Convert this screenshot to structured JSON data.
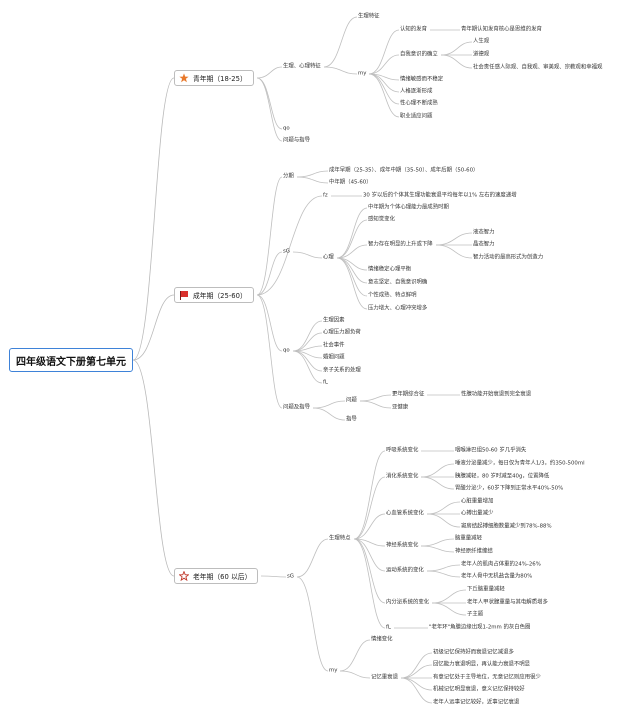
{
  "root": {
    "title": "四年级语文下册第七单元"
  },
  "stages": {
    "youth": {
      "title": "青年期（18-25）",
      "icon": "orange-star-icon",
      "color": "#e8792b"
    },
    "adult": {
      "title": "成年期（25-60）",
      "icon": "red-flag-icon",
      "color": "#d9302c"
    },
    "old": {
      "title": "老年期（60 以后）",
      "icon": "outline-star-icon",
      "color": "#c0392b"
    }
  },
  "youth": {
    "dev": "生理、心理特征",
    "phys": "生理特征",
    "my": "my",
    "cog": "认知的发育",
    "cog_note": "青年期认知发育核心是思维的发育",
    "self": "自我意识的确立",
    "self_items": [
      "人生观",
      "道德观",
      "社会责任感人际观、自我观、审美观、宗教观和幸福观"
    ],
    "emotion": "情绪敏感而不稳定",
    "person": "人格逐渐形成",
    "sex": "性心理不断成熟",
    "career": "职业适应问题",
    "qo": "qo",
    "guide": "问题与指导"
  },
  "adult": {
    "period": "分期",
    "period_a": "成年早期（25-35）、成年中期（35-50）、成年后期（50-60）",
    "period_b": "中年期（45-60）",
    "fz": "fz",
    "fz_note": "30 岁以后的个体其生理功能衰退平均每年以1% 左右的速度递增",
    "sg": "sG",
    "psy": "心理",
    "psy_a": "中年期为个体心理能力最成熟时期",
    "psy_b": "感知觉变化",
    "intel": "智力存在明显的上升或下降",
    "intel_items": [
      "液态智力",
      "晶态智力",
      "智力活动的最高形式为创造力"
    ],
    "psy_c": "情绪稳定心理平衡",
    "psy_d": "意志坚定、自我意识明确",
    "psy_e": "个性成熟、特点鲜明",
    "psy_f": "压力增大、心理冲突增多",
    "qo": "qo",
    "qo_items": [
      "生理因素",
      "心理压力超负荷",
      "社会事件",
      "婚姻问题",
      "亲子关系的处理",
      "fL"
    ],
    "guide": "问题及指导",
    "prob": "问题",
    "prob_a": "更年期综合征",
    "prob_a_note": "性腺功能开始衰退到完全衰退",
    "prob_b": "亚健康",
    "advice": "指导"
  },
  "old": {
    "sg": "sG",
    "phys": "生理特点",
    "resp": "呼吸系统变化",
    "resp_note": "咽喉淋巴组50-60 岁几乎消失",
    "dig": "消化系统变化",
    "dig_items": [
      "唾液分泌量减少，每日仅为青年人1/3，约350-500ml",
      "胰腺减轻，80 岁时减至40g，位置降低",
      "胃酸分泌少，60岁下降到正常水平40%-50%"
    ],
    "heart": "心血管系统变化",
    "heart_items": [
      "心脏重量增加",
      "心搏出量减少",
      "窦房结起搏细胞数量减少到78%-88%"
    ],
    "nerve": "神经系统变化",
    "nerve_items": [
      "脑重量减轻",
      "神经原纤维缠结"
    ],
    "motor": "运动系统的变化",
    "motor_items": [
      "老年人的肌肉占体重的24%-26%",
      "老年人骨中无机盐含量为80%"
    ],
    "endo": "内分泌系统的变化",
    "endo_items": [
      "下丘脑重量减轻",
      "老年人甲状腺重量与其电解质增多",
      "子主题"
    ],
    "fl": "fL",
    "fl_note": "\"老年环\"角膜边缘出现1-2mm 的灰白色圈",
    "my": "my",
    "emotion": "情绪变化",
    "memory": "记忆重衰退",
    "memory_items": [
      "初级记忆保持好而衰退记忆减退多",
      "回忆能力衰退明显，再认能力衰退不明显",
      "有意记忆处于主导地位，无意记忆则应用很少",
      "机械记忆明显衰退，意义记忆保持较好",
      "老年人远事记忆较好，近事记忆衰退"
    ]
  }
}
